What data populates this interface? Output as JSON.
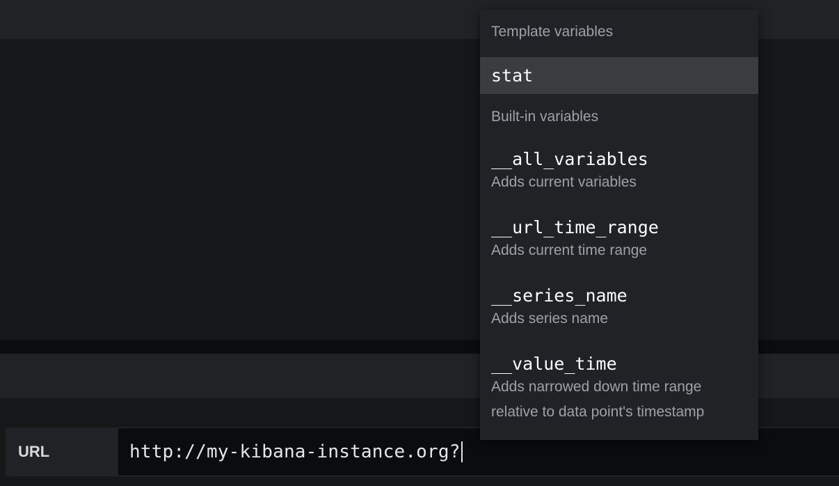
{
  "suggest_menu": {
    "groups": [
      {
        "title": "Template variables",
        "items": [
          {
            "label": "stat",
            "selected": true
          }
        ]
      },
      {
        "title": "Built-in variables",
        "items": [
          {
            "label": "__all_variables",
            "description": "Adds current variables"
          },
          {
            "label": "__url_time_range",
            "description": "Adds current time range"
          },
          {
            "label": "__series_name",
            "description": "Adds series name"
          },
          {
            "label": "__value_time",
            "description_line1": "Adds narrowed down time range",
            "description_line2": "relative to data point's timestamp"
          }
        ]
      }
    ]
  },
  "url_field": {
    "label": "URL",
    "value": "http://my-kibana-instance.org?"
  }
}
